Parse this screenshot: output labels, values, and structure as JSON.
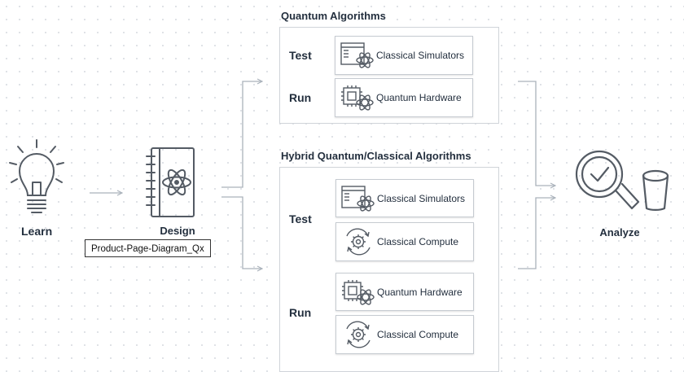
{
  "learn": {
    "label": "Learn",
    "icon": "lightbulb-icon"
  },
  "design": {
    "label": "Design",
    "icon": "notebook-atom-icon",
    "tooltip": "Product-Page-Diagram_Qx"
  },
  "analyze": {
    "label": "Analyze",
    "icon": "magnifier-check-bucket-icon"
  },
  "quantum_algorithms": {
    "title": "Quantum Algorithms",
    "test_label": "Test",
    "run_label": "Run",
    "test_card": {
      "label": "Classical Simulators",
      "icon": "browser-atom-icon"
    },
    "run_card": {
      "label": "Quantum Hardware",
      "icon": "chip-atom-icon"
    }
  },
  "hybrid_algorithms": {
    "title": "Hybrid Quantum/Classical Algorithms",
    "test_label": "Test",
    "run_label": "Run",
    "test_cards": [
      {
        "label": "Classical Simulators",
        "icon": "browser-atom-icon"
      },
      {
        "label": "Classical Compute",
        "icon": "gear-cycle-icon"
      }
    ],
    "run_cards": [
      {
        "label": "Quantum Hardware",
        "icon": "chip-atom-icon"
      },
      {
        "label": "Classical Compute",
        "icon": "gear-cycle-icon"
      }
    ]
  },
  "colors": {
    "line": "#aab2bb",
    "icon": "#545b64",
    "text": "#232f3e",
    "atom": "#545b64"
  }
}
